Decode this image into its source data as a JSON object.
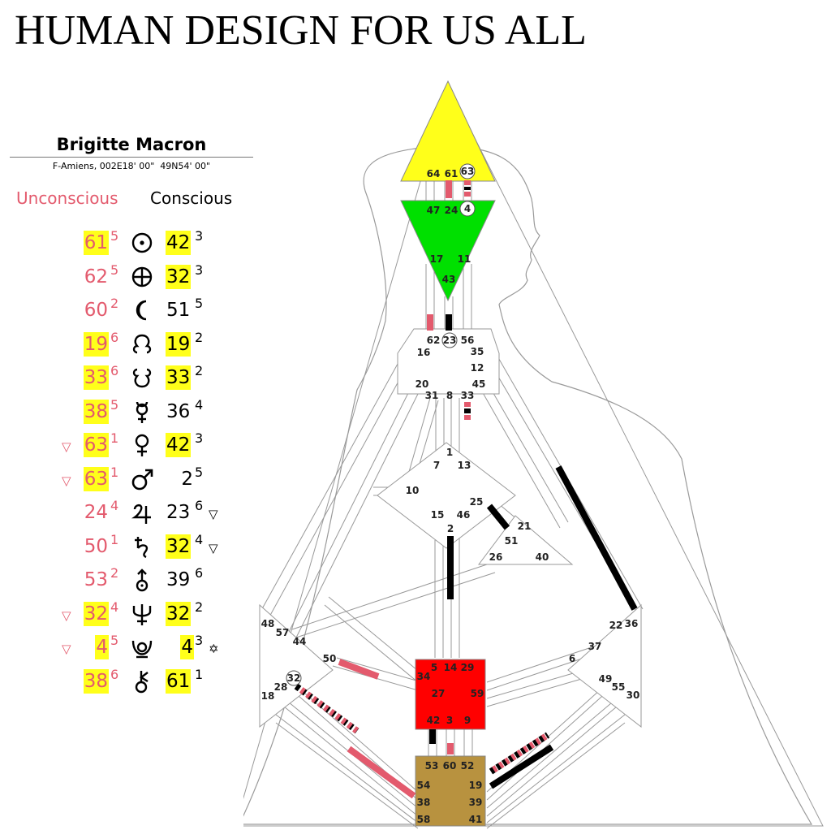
{
  "title": "HUMAN DESIGN FOR US ALL",
  "person": {
    "name": "Brigitte Macron",
    "birth_place": "F-Amiens, 002E18' 00\"  49N54' 00\""
  },
  "columns": {
    "unconscious": "Unconscious",
    "conscious": "Conscious"
  },
  "colors": {
    "unconscious_red": "#e35a6d",
    "conscious_black": "#000000",
    "highlight_yellow": "#ffff1a",
    "head_center": "#ffff1a",
    "ajna_center": "#00e000",
    "sacral_center": "#ff0000",
    "root_center": "#b8923f"
  },
  "activations": [
    {
      "planet": "sun-icon",
      "u_gate": "61",
      "u_line": "5",
      "u_hl": true,
      "c_gate": "42",
      "c_line": "3",
      "c_hl": true
    },
    {
      "planet": "earth-icon",
      "u_gate": "62",
      "u_line": "5",
      "u_hl": false,
      "c_gate": "32",
      "c_line": "3",
      "c_hl": true
    },
    {
      "planet": "moon-icon",
      "u_gate": "60",
      "u_line": "2",
      "u_hl": false,
      "c_gate": "51",
      "c_line": "5",
      "c_hl": false
    },
    {
      "planet": "north-node-icon",
      "u_gate": "19",
      "u_line": "6",
      "u_hl": true,
      "c_gate": "19",
      "c_line": "2",
      "c_hl": true
    },
    {
      "planet": "south-node-icon",
      "u_gate": "33",
      "u_line": "6",
      "u_hl": true,
      "c_gate": "33",
      "c_line": "2",
      "c_hl": true
    },
    {
      "planet": "mercury-icon",
      "u_gate": "38",
      "u_line": "5",
      "u_hl": true,
      "c_gate": "36",
      "c_line": "4",
      "c_hl": false
    },
    {
      "planet": "venus-icon",
      "u_gate": "63",
      "u_line": "1",
      "u_hl": true,
      "u_tri": "▽",
      "c_gate": "42",
      "c_line": "3",
      "c_hl": true
    },
    {
      "planet": "mars-icon",
      "u_gate": "63",
      "u_line": "1",
      "u_hl": true,
      "u_tri": "▽",
      "c_gate": "2",
      "c_line": "5",
      "c_hl": false
    },
    {
      "planet": "jupiter-icon",
      "u_gate": "24",
      "u_line": "4",
      "u_hl": false,
      "c_gate": "23",
      "c_line": "6",
      "c_hl": false,
      "c_tri": "▽"
    },
    {
      "planet": "saturn-icon",
      "u_gate": "50",
      "u_line": "1",
      "u_hl": false,
      "c_gate": "32",
      "c_line": "4",
      "c_hl": true,
      "c_tri": "▽"
    },
    {
      "planet": "uranus-icon",
      "u_gate": "53",
      "u_line": "2",
      "u_hl": false,
      "c_gate": "39",
      "c_line": "6",
      "c_hl": false
    },
    {
      "planet": "neptune-icon",
      "u_gate": "32",
      "u_line": "4",
      "u_hl": true,
      "u_tri": "▽",
      "c_gate": "32",
      "c_line": "2",
      "c_hl": true
    },
    {
      "planet": "pluto-icon",
      "u_gate": "4",
      "u_line": "5",
      "u_hl": true,
      "u_tri": "▽",
      "c_gate": "4",
      "c_line": "3",
      "c_hl": true,
      "c_tri": "✡"
    },
    {
      "planet": "chiron-icon",
      "u_gate": "38",
      "u_line": "6",
      "u_hl": true,
      "c_gate": "61",
      "c_line": "1",
      "c_hl": true
    }
  ],
  "bodygraph": {
    "centers": {
      "head": {
        "color": "#ffff1a",
        "gates": [
          "64",
          "61",
          "63"
        ]
      },
      "ajna": {
        "color": "#00e000",
        "gates": [
          "47",
          "24",
          "4",
          "17",
          "11",
          "43"
        ]
      },
      "throat": {
        "color": "#ffffff",
        "gates": [
          "62",
          "23",
          "56",
          "16",
          "35",
          "12",
          "20",
          "45",
          "31",
          "8",
          "33"
        ]
      },
      "g": {
        "color": "#ffffff",
        "gates": [
          "1",
          "7",
          "13",
          "10",
          "25",
          "15",
          "46",
          "2"
        ]
      },
      "heart": {
        "color": "#ffffff",
        "gates": [
          "21",
          "51",
          "26",
          "40"
        ]
      },
      "spleen": {
        "color": "#ffffff",
        "gates": [
          "48",
          "57",
          "44",
          "50",
          "32",
          "28",
          "18"
        ]
      },
      "solar-plexus": {
        "color": "#ffffff",
        "gates": [
          "36",
          "22",
          "37",
          "6",
          "49",
          "55",
          "30"
        ]
      },
      "sacral": {
        "color": "#ff0000",
        "gates": [
          "5",
          "14",
          "29",
          "34",
          "27",
          "59",
          "42",
          "3",
          "9"
        ]
      },
      "root": {
        "color": "#b8923f",
        "gates": [
          "53",
          "60",
          "52",
          "54",
          "19",
          "38",
          "39",
          "58",
          "41"
        ]
      }
    }
  }
}
